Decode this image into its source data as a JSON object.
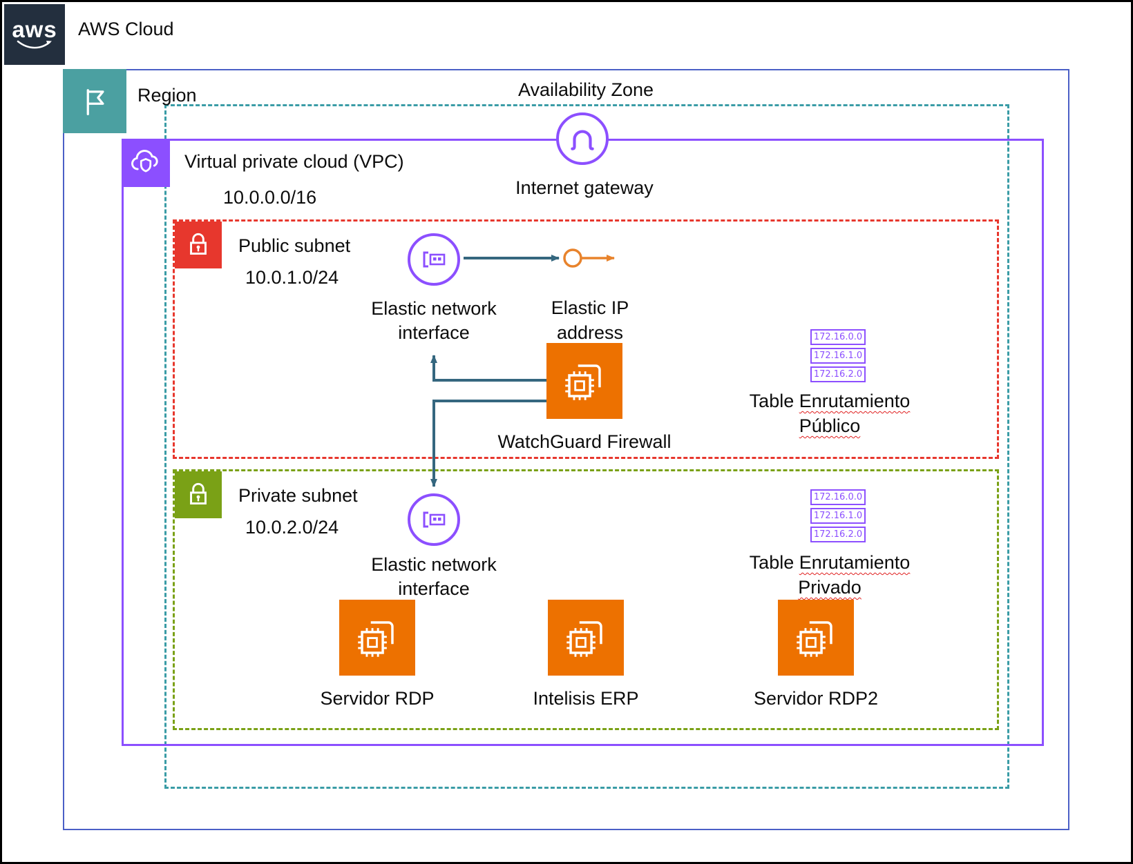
{
  "aws_cloud": {
    "logo_text": "aws",
    "label": "AWS Cloud"
  },
  "region": {
    "label": "Region"
  },
  "availability_zone": {
    "label": "Availability Zone"
  },
  "vpc": {
    "label": "Virtual private cloud (VPC)",
    "cidr": "10.0.0.0/16"
  },
  "internet_gateway": {
    "label": "Internet gateway"
  },
  "public_subnet": {
    "label": "Public subnet",
    "cidr": "10.0.1.0/24",
    "eni_label": "Elastic network interface",
    "eip_label": "Elastic IP address",
    "firewall_label": "WatchGuard Firewall",
    "route_table": {
      "word1": "Table",
      "word2": "Enrutamiento",
      "word3": "Público",
      "routes": [
        "172.16.0.0",
        "172.16.1.0",
        "172.16.2.0"
      ]
    }
  },
  "private_subnet": {
    "label": "Private subnet",
    "cidr": "10.0.2.0/24",
    "eni_label": "Elastic network interface",
    "route_table": {
      "word1": "Table",
      "word2": "Enrutamiento",
      "word3": "Privado",
      "routes": [
        "172.16.0.0",
        "172.16.1.0",
        "172.16.2.0"
      ]
    },
    "servers": [
      "Servidor RDP",
      "Intelisis ERP",
      "Servidor RDP2"
    ]
  },
  "colors": {
    "aws_navy": "#232F3E",
    "region_border": "#4A5FC6",
    "az_teal": "#3A9CA6",
    "flag_teal": "#4BA0A1",
    "vpc_purple": "#8C4FFF",
    "public_red": "#E7372D",
    "private_olive": "#7AA116",
    "compute_orange": "#ED7100",
    "arrow_slate": "#35677F"
  }
}
